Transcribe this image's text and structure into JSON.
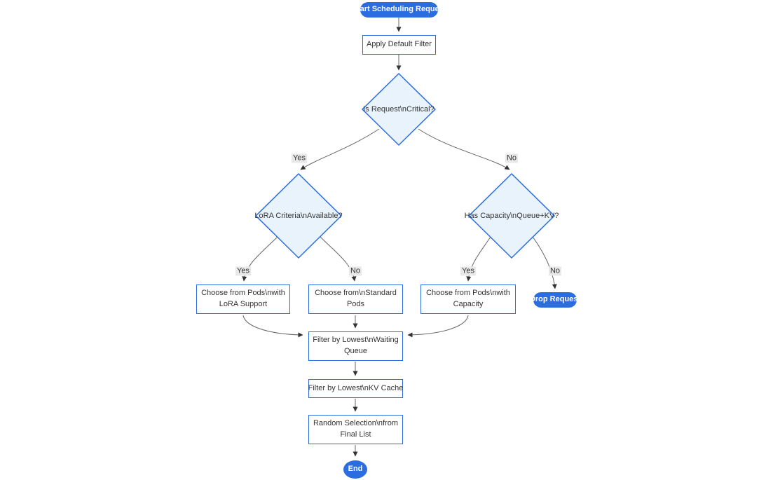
{
  "diagram": {
    "type": "flowchart",
    "orientation": "top-down",
    "background": "#ffffff",
    "colors": {
      "accent_blue": "#2b6ce0",
      "decision_fill": "#e8f3fc",
      "node_border": "#2b6ce0",
      "node_text": "#333333",
      "terminal_text": "#ffffff",
      "edge_line": "#666666",
      "arrowhead": "#333333",
      "edge_label_bg": "#e8e8e8"
    },
    "nodes": {
      "start": {
        "label": "Start Scheduling Request",
        "shape": "stadium"
      },
      "apply_filter": {
        "label": "Apply Default Filter",
        "shape": "rect"
      },
      "is_critical": {
        "label": "Is Request\\nCritical?",
        "shape": "decision"
      },
      "lora_criteria": {
        "label": "LoRA Criteria\\nAvailable?",
        "shape": "decision"
      },
      "has_capacity": {
        "label": "Has Capacity\\nQueue+KV?",
        "shape": "decision"
      },
      "pods_lora": {
        "label": "Choose from Pods\\nwith LoRA Support",
        "shape": "rect"
      },
      "pods_standard": {
        "label": "Choose from\\nStandard Pods",
        "shape": "rect"
      },
      "pods_capacity": {
        "label": "Choose from Pods\\nwith Capacity",
        "shape": "rect"
      },
      "drop_request": {
        "label": "Drop Request",
        "shape": "stadium"
      },
      "filter_waiting": {
        "label": "Filter by Lowest\\nWaiting Queue",
        "shape": "rect"
      },
      "filter_kv": {
        "label": "Filter by Lowest\\nKV Cache",
        "shape": "rect"
      },
      "random_selection": {
        "label": "Random Selection\\nfrom Final List",
        "shape": "rect"
      },
      "end": {
        "label": "End",
        "shape": "circle"
      }
    },
    "edge_labels": {
      "critical_yes": "Yes",
      "critical_no": "No",
      "lora_yes": "Yes",
      "lora_no": "No",
      "capacity_yes": "Yes",
      "capacity_no": "No"
    }
  }
}
